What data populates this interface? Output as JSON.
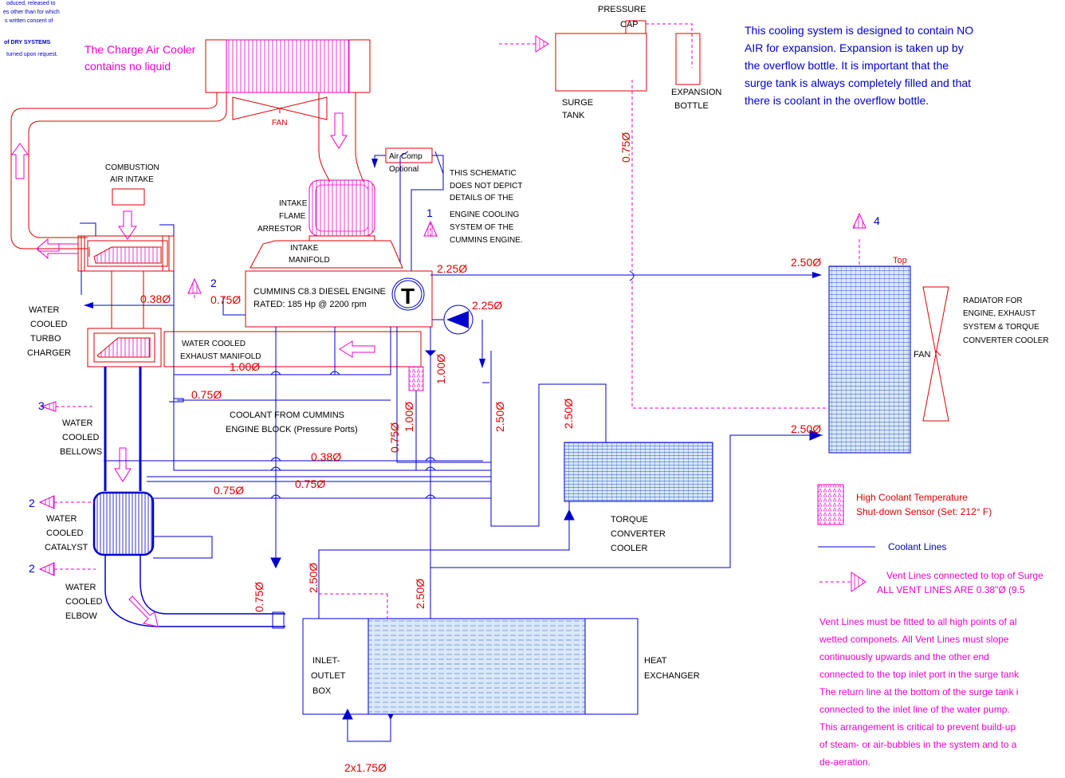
{
  "colors": {
    "coolant_line": "#0000cc",
    "component": "#dd0000",
    "vent_and_notes": "#ee00cc",
    "text_primary": "#000000",
    "radiator_fill": "#dbe8f8"
  },
  "copyright": {
    "line1": "oduced, released to",
    "line2": "es other than for which",
    "line3": "s written consent of",
    "line4": "of DRY SYSTEMS",
    "line5": "turned upon request."
  },
  "labels": {
    "charge_air_cooler_note_1": "The Charge Air Cooler",
    "charge_air_cooler_note_2": "contains no liquid",
    "fan_top": "FAN",
    "combustion_air_intake_1": "COMBUSTION",
    "combustion_air_intake_2": "AIR INTAKE",
    "intake_flame_arrestor_1": "INTAKE",
    "intake_flame_arrestor_2": "FLAME",
    "intake_flame_arrestor_3": "ARRESTOR",
    "intake_manifold_1": "INTAKE",
    "intake_manifold_2": "MANIFOLD",
    "air_comp_1": "Air Comp",
    "air_comp_2": "Optional",
    "schematic_note_1": "THIS SCHEMATIC",
    "schematic_note_2": "DOES NOT DEPICT",
    "schematic_note_3": "DETAILS OF THE",
    "schematic_note_4": "ENGINE COOLING",
    "schematic_note_5": "SYSTEM OF THE",
    "schematic_note_6": "CUMMINS ENGINE.",
    "engine_name": "CUMMINS C8.3 DIESEL ENGINE",
    "engine_rating": "RATED: 185 Hp @ 2200 rpm",
    "thermostat": "T",
    "exhaust_manifold_1": "WATER COOLED",
    "exhaust_manifold_2": "EXHAUST MANIFOLD",
    "turbo_1": "WATER",
    "turbo_2": "COOLED",
    "turbo_3": "TURBO",
    "turbo_4": "CHARGER",
    "bellows_1": "WATER",
    "bellows_2": "COOLED",
    "bellows_3": "BELLOWS",
    "catalyst_1": "WATER",
    "catalyst_2": "COOLED",
    "catalyst_3": "CATALYST",
    "elbow_1": "WATER",
    "elbow_2": "COOLED",
    "elbow_3": "ELBOW",
    "coolant_from_block_1": "COOLANT FROM CUMMINS",
    "coolant_from_block_2": "ENGINE BLOCK (Pressure Ports)",
    "pressure_cap_1": "PRESSURE",
    "pressure_cap_2": "CAP",
    "surge_tank_1": "SURGE",
    "surge_tank_2": "TANK",
    "expansion_bottle_1": "EXPANSION",
    "expansion_bottle_2": "BOTTLE",
    "radiator_top": "Top",
    "radiator_fan": "FAN",
    "radiator_desc_1": "RADIATOR FOR",
    "radiator_desc_2": "ENGINE, EXHAUST",
    "radiator_desc_3": "SYSTEM & TORQUE",
    "radiator_desc_4": "CONVERTER COOLER",
    "torque_conv_1": "TORQUE",
    "torque_conv_2": "CONVERTER",
    "torque_conv_3": "COOLER",
    "inlet_outlet_1": "INLET-",
    "inlet_outlet_2": "OUTLET",
    "inlet_outlet_3": "BOX",
    "heat_exchanger_1": "HEAT",
    "heat_exchanger_2": "EXCHANGER"
  },
  "vent_numbers": {
    "n1": "1",
    "n2a": "2",
    "n2b": "2",
    "n2c": "2",
    "n3": "3",
    "n4": "4"
  },
  "pipe_sizes": {
    "p038_turbo": "0.38Ø",
    "p075_turbo": "0.75Ø",
    "p225_top": "2.25Ø",
    "p225_pump": "2.25Ø",
    "p250_rad_in": "2.50Ø",
    "p250_rad_out": "2.50Ø",
    "p075_surge": "0.75Ø",
    "p100_manifold": "1.00Ø",
    "p075_bellows": "0.75Ø",
    "p100_vert": "1.00Ø",
    "p100_vert2": "1.00Ø",
    "p075_vert": "0.75Ø",
    "p250_vert_a": "2.50Ø",
    "p250_vert_b": "2.50Ø",
    "p038_mid": "0.38Ø",
    "p075_mid_a": "0.75Ø",
    "p075_mid_b": "0.75Ø",
    "p075_low": "0.75Ø",
    "p250_low_a": "2.50Ø",
    "p250_low_b": "2.50Ø",
    "p2x175": "2x1.75Ø"
  },
  "cooling_note": {
    "line1": "This cooling system is designed to contain NO",
    "line2": "AIR for expansion. Expansion is taken up by",
    "line3": "the overflow bottle. It is important that the",
    "line4": "surge tank is always completely filled and that",
    "line5": "there is coolant in the overflow bottle."
  },
  "legend": {
    "sensor_1": "High Coolant Temperature",
    "sensor_2": "Shut-down Sensor (Set: 212° F)",
    "coolant_lines": "Coolant Lines",
    "vent_1": "Vent Lines connected to top of Surge",
    "vent_2": "ALL VENT LINES ARE 0.38\"Ø (9.5"
  },
  "vent_note": {
    "line1": "Vent Lines must be fitted to all high points of al",
    "line2": "wetted componets. All Vent Lines must slope",
    "line3": "continuously upwards and the other end",
    "line4": "connected to the top inlet port in the surge tank",
    "line5": "The return line at the bottom of the surge tank i",
    "line6": "connected to the inlet line of the water pump.",
    "line7": "This arrangement is critical to prevent build-up",
    "line8": "of steam- or air-bubbles in the system and to a",
    "line9": "de-aeration."
  }
}
